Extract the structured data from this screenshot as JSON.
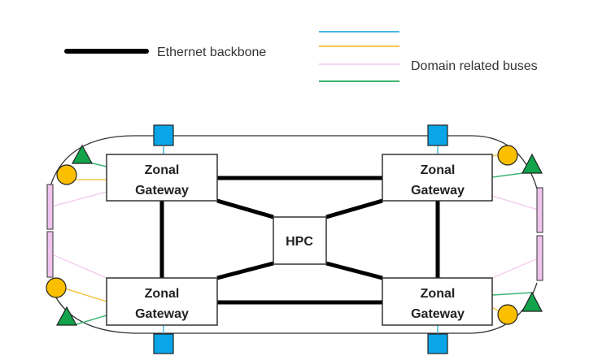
{
  "legend": {
    "backbone_label": "Ethernet backbone",
    "buses_label": "Domain related buses",
    "bus_colors": [
      "#45b8e6",
      "#f5c84a",
      "#f2c6ee",
      "#3cb371"
    ]
  },
  "colors": {
    "backbone": "#000000",
    "outline": "#333333",
    "sensor_square": "#0aa5e8",
    "sensor_circle": "#fbbf00",
    "sensor_triangle": "#12a34b",
    "actuator_bar": "#efc3ee",
    "bus_cyan": "#45b8e6",
    "bus_yellow": "#f5c84a",
    "bus_pink": "#f2c6ee",
    "bus_green": "#3cb371"
  },
  "nodes": {
    "hpc": {
      "label": "HPC"
    },
    "gateways": [
      {
        "id": "top-left",
        "line1": "Zonal",
        "line2": "Gateway"
      },
      {
        "id": "top-right",
        "line1": "Zonal",
        "line2": "Gateway"
      },
      {
        "id": "bottom-left",
        "line1": "Zonal",
        "line2": "Gateway"
      },
      {
        "id": "bottom-right",
        "line1": "Zonal",
        "line2": "Gateway"
      }
    ]
  }
}
